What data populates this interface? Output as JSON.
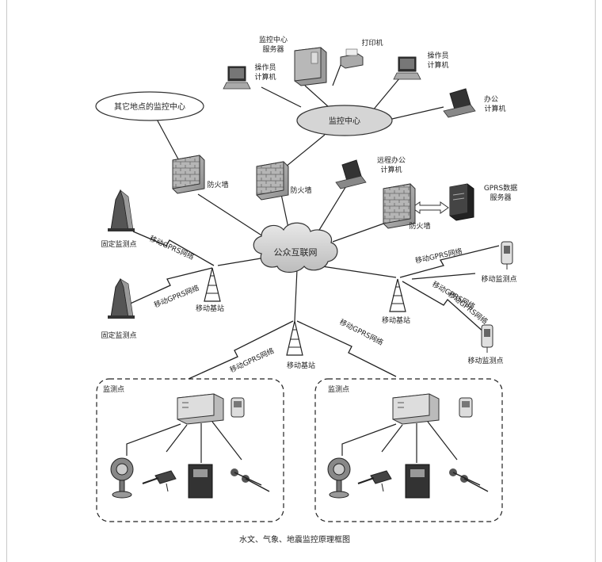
{
  "nodes": {
    "monitor_center": "监控中心",
    "other_center": "其它地点的监控中心",
    "internet": "公众互联网",
    "server": [
      "监控中心",
      "服务器"
    ],
    "printer": "打印机",
    "operator_pc_left": [
      "操作员",
      "计算机"
    ],
    "operator_pc_right": [
      "操作员",
      "计算机"
    ],
    "office_pc": [
      "办公",
      "计算机"
    ],
    "remote_office_pc": [
      "远程办公",
      "计算机"
    ],
    "gprs_server": [
      "GPRS数据",
      "服务器"
    ],
    "firewall_1": "防火墙",
    "firewall_2": "防火墙",
    "firewall_3": "防火墙",
    "fixed_point_1": "固定监测点",
    "fixed_point_2": "固定监测点",
    "mobile_point_1": "移动监测点",
    "mobile_point_2": "移动监测点",
    "base_station_left": "移动基站",
    "base_station_center": "移动基站",
    "base_station_right": "移动基站",
    "gprs_link_1": "移动GPRS网络",
    "gprs_link_2": "移动GPRS网络",
    "gprs_link_3": "移动GPRS网络",
    "gprs_link_4": "移动GPRS网络",
    "gprs_link_5": "移动GPRS网络",
    "gprs_link_6": "移动GPRS网络",
    "gprs_link_7": "移动GPRS网络",
    "station_left": "监测点",
    "station_right": "监测点"
  },
  "caption": "水文、气象、地震监控原理框图"
}
